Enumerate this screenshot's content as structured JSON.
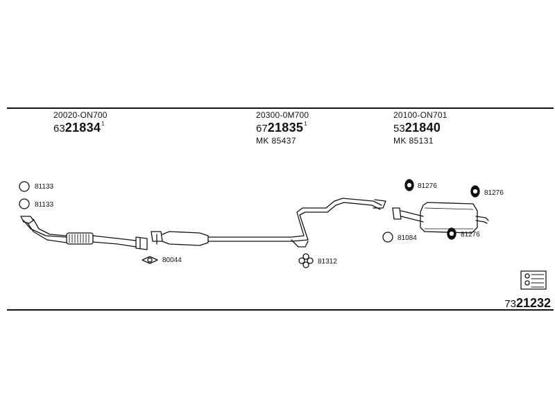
{
  "headers": [
    {
      "oe": "20020-ON700",
      "prefix": "63",
      "number": "21834",
      "sup": "1",
      "mk": ""
    },
    {
      "oe": "20300-0M700",
      "prefix": "67",
      "number": "21835",
      "sup": "1",
      "mk": "MK  85437"
    },
    {
      "oe": "20100-ON701",
      "prefix": "53",
      "number": "21840",
      "sup": "",
      "mk": "MK  85131"
    }
  ],
  "parts": {
    "ring_1": "81133",
    "ring_2": "81133",
    "gasket": "80044",
    "hanger_mid": "81312",
    "ring_rear": "81084",
    "hanger_a": "81276",
    "hanger_b": "81276",
    "hanger_c": "81276"
  },
  "reference": {
    "prefix": "73",
    "number": "21232"
  }
}
